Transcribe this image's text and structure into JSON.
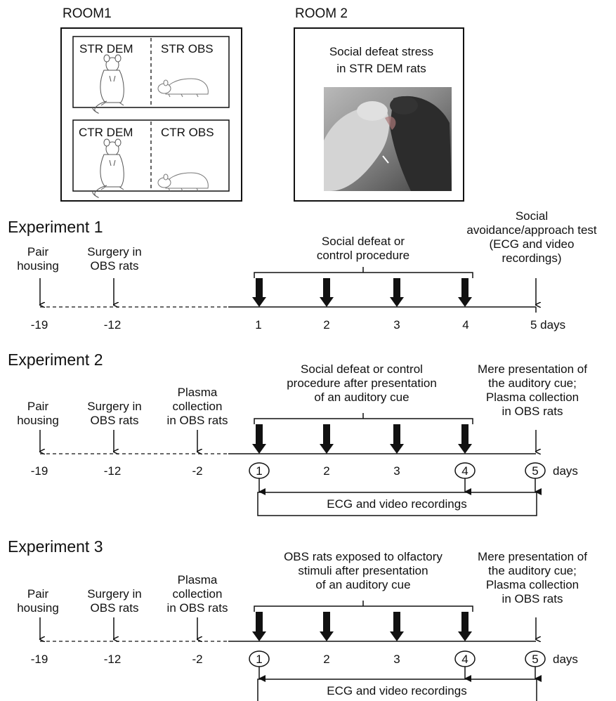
{
  "rooms": {
    "room1": {
      "title": "ROOM1",
      "cages": [
        {
          "left": "STR DEM",
          "right": "STR OBS"
        },
        {
          "left": "CTR DEM",
          "right": "CTR OBS"
        }
      ]
    },
    "room2": {
      "title": "ROOM 2",
      "caption": "Social defeat stress\nin STR DEM rats"
    }
  },
  "experiments": [
    {
      "title": "Experiment 1",
      "events": {
        "pair": "Pair\nhousing",
        "surgery": "Surgery in\nOBS rats",
        "procedure": "Social defeat or\ncontrol procedure",
        "test": "Social\navoidance/approach test\n(ECG and video\nrecordings)"
      },
      "ticks": [
        "-19",
        "-12",
        "1",
        "2",
        "3",
        "4",
        "5 days"
      ]
    },
    {
      "title": "Experiment 2",
      "events": {
        "pair": "Pair\nhousing",
        "surgery": "Surgery in\nOBS rats",
        "plasma": "Plasma\ncollection\nin OBS rats",
        "procedure": "Social defeat or control\nprocedure after presentation\nof an auditory cue",
        "test": "Mere presentation of\nthe auditory cue;\nPlasma collection\nin OBS rats"
      },
      "ticks": [
        "-19",
        "-12",
        "-2",
        "1",
        "2",
        "3",
        "4",
        "5"
      ],
      "days_label": "days",
      "recording_label": "ECG and video recordings"
    },
    {
      "title": "Experiment 3",
      "events": {
        "pair": "Pair\nhousing",
        "surgery": "Surgery in\nOBS rats",
        "plasma": "Plasma\ncollection\nin OBS rats",
        "procedure": "OBS rats exposed to olfactory\nstimuli after presentation\nof an auditory cue",
        "test": "Mere presentation of\nthe auditory cue;\nPlasma collection\nin OBS rats"
      },
      "ticks": [
        "-19",
        "-12",
        "-2",
        "1",
        "2",
        "3",
        "4",
        "5"
      ],
      "days_label": "days",
      "recording_label": "ECG and video recordings"
    }
  ]
}
